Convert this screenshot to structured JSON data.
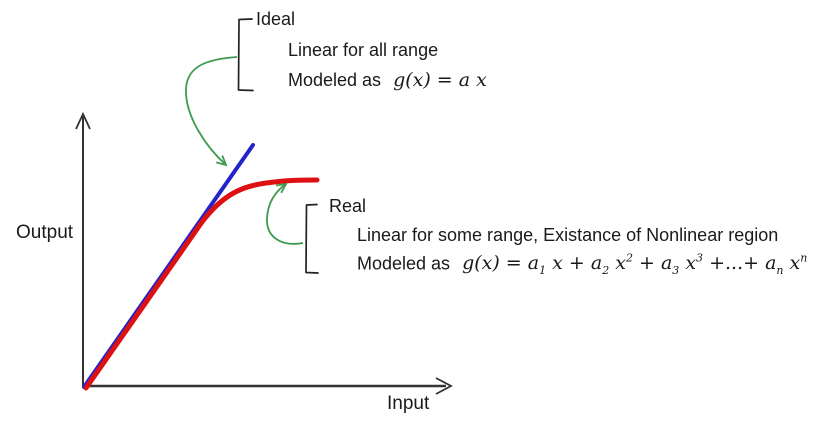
{
  "figure": {
    "axes": {
      "x_label": "Input",
      "y_label": "Output"
    },
    "ideal": {
      "label": "Ideal",
      "description": "Linear for all range",
      "modeled_prefix": "Modeled as",
      "formula_text": "g(x) = a x",
      "formula_tokens": [
        {
          "t": "g(x) = a x"
        }
      ]
    },
    "real": {
      "label": "Real",
      "description": "Linear for some range, Existance of Nonlinear region",
      "modeled_prefix": "Modeled as",
      "formula_text": "g(x) = a₁ x + a₂ x² + a₃ x³ +...+ aₙ xⁿ",
      "formula_tokens": [
        {
          "t": "g(x) = a"
        },
        {
          "sub": "1"
        },
        {
          "t": " x + a"
        },
        {
          "sub": "2"
        },
        {
          "t": " x"
        },
        {
          "sup": "2"
        },
        {
          "t": " + a"
        },
        {
          "sub": "3"
        },
        {
          "t": " x"
        },
        {
          "sup": "3"
        },
        {
          "t": " +...+ a"
        },
        {
          "sub": "n"
        },
        {
          "t": " x"
        },
        {
          "sup": "n"
        }
      ]
    },
    "colors": {
      "ideal_line": "#2323cc",
      "real_curve": "#dd1111",
      "annotation_arrow": "#3e9b4f",
      "axis": "#333333",
      "bracket": "#222222",
      "text": "#1a1a1a"
    }
  },
  "chart_data": {
    "type": "line",
    "title": "",
    "xlabel": "Input",
    "ylabel": "Output",
    "axis_ticks": "none (conceptual sketch, no numeric scale)",
    "legend_position": "annotated with brackets and arrows",
    "series": [
      {
        "name": "Ideal",
        "color": "#2323cc",
        "description": "Straight line through origin, g(x) = a x",
        "x": [
          0,
          0.46
        ],
        "y": [
          0,
          0.89
        ]
      },
      {
        "name": "Real",
        "color": "#dd1111",
        "description": "Follows ideal line for small inputs, then saturates (nonlinear region)",
        "x": [
          0,
          0.32,
          0.4,
          0.5,
          0.63
        ],
        "y": [
          0,
          0.6,
          0.7,
          0.75,
          0.76
        ]
      }
    ]
  }
}
